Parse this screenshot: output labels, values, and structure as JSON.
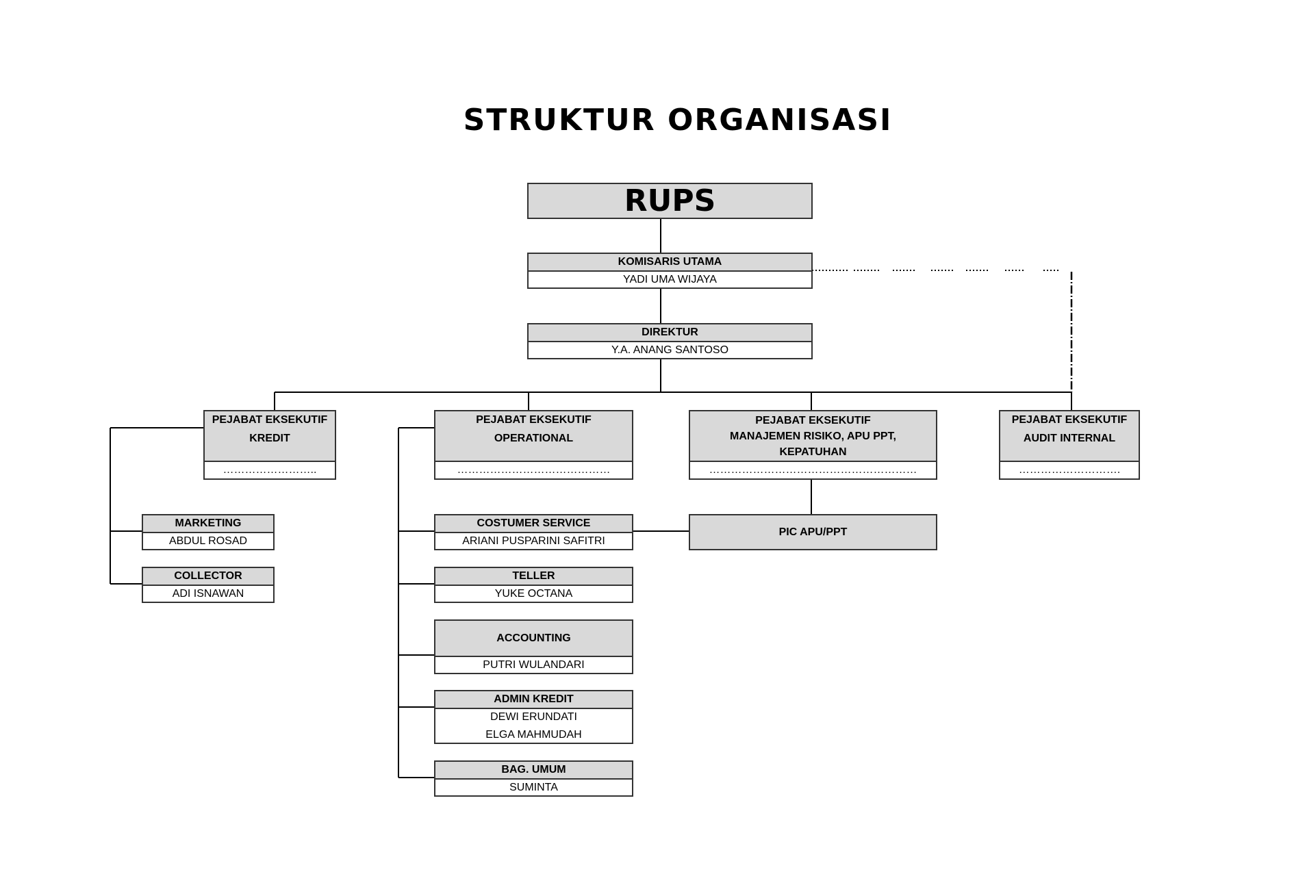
{
  "title": "STRUKTUR ORGANISASI",
  "nodes": {
    "rups": {
      "label": "RUPS"
    },
    "komisaris": {
      "title": "KOMISARIS UTAMA",
      "name": "YADI UMA WIJAYA"
    },
    "direktur": {
      "title": "DIREKTUR",
      "name": "Y.A. ANANG SANTOSO"
    },
    "pe_kredit": {
      "title_line1": "PEJABAT EKSEKUTIF",
      "title_line2": "KREDIT",
      "name": "…………………….."
    },
    "pe_operational": {
      "title_line1": "PEJABAT EKSEKUTIF",
      "title_line2": "OPERATIONAL",
      "name": "……………………………………"
    },
    "pe_risiko": {
      "title_line1": "PEJABAT EKSEKUTIF",
      "title_line2": "MANAJEMEN RISIKO, APU PPT,",
      "title_line3": "KEPATUHAN",
      "name": "…………………………………………………"
    },
    "pe_audit": {
      "title_line1": "PEJABAT EKSEKUTIF",
      "title_line2": "AUDIT INTERNAL",
      "name": "………………………."
    },
    "marketing": {
      "title": "MARKETING",
      "name": "ABDUL ROSAD"
    },
    "collector": {
      "title": "COLLECTOR",
      "name": "ADI ISNAWAN"
    },
    "costumer_service": {
      "title": "COSTUMER SERVICE",
      "name": "ARIANI PUSPARINI SAFITRI"
    },
    "pic_apu": {
      "label": "PIC APU/PPT"
    },
    "teller": {
      "title": "TELLER",
      "name": "YUKE OCTANA"
    },
    "accounting": {
      "title": "ACCOUNTING",
      "name": "PUTRI WULANDARI"
    },
    "admin_kredit": {
      "title": "ADMIN KREDIT",
      "name1": "DEWI ERUNDATI",
      "name2": "ELGA MAHMUDAH"
    },
    "bag_umum": {
      "title": "BAG. UMUM",
      "name": "SUMINTA"
    }
  },
  "colors": {
    "header_fill": "#d9d9d9",
    "border": "#333333",
    "line": "#000000"
  }
}
